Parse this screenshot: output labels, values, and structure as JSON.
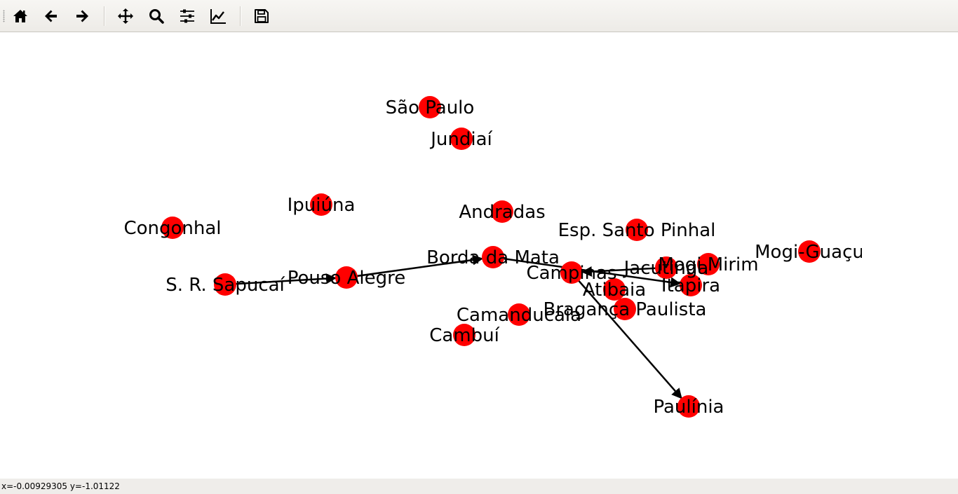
{
  "toolbar": {
    "buttons": [
      {
        "name": "home-button",
        "icon": "home-icon"
      },
      {
        "name": "back-button",
        "icon": "arrow-left-icon"
      },
      {
        "name": "forward-button",
        "icon": "arrow-right-icon"
      },
      {
        "name": "pan-button",
        "icon": "move-icon"
      },
      {
        "name": "zoom-button",
        "icon": "magnifier-icon"
      },
      {
        "name": "configure-subplots-button",
        "icon": "sliders-icon"
      },
      {
        "name": "edit-axis-button",
        "icon": "line-chart-icon"
      },
      {
        "name": "save-button",
        "icon": "floppy-disk-icon"
      }
    ]
  },
  "graph": {
    "node_color": "#ff0000",
    "edge_color": "#000000",
    "nodes": [
      {
        "id": "sao_paulo",
        "label": "São Paulo"
      },
      {
        "id": "jundiai",
        "label": "Jundiaí"
      },
      {
        "id": "ipuiuna",
        "label": "Ipuiúna"
      },
      {
        "id": "andradas",
        "label": "Andradas"
      },
      {
        "id": "congonhal",
        "label": "Congonhal"
      },
      {
        "id": "esp_santo_pinhal",
        "label": "Esp. Santo Pinhal"
      },
      {
        "id": "mogi_guacu",
        "label": "Mogi-Guaçu"
      },
      {
        "id": "borda_da_mata",
        "label": "Borda da Mata"
      },
      {
        "id": "mogi_mirim",
        "label": "Mogi Mirim"
      },
      {
        "id": "jacutinga",
        "label": "Jacutinga"
      },
      {
        "id": "campinas",
        "label": "Campinas"
      },
      {
        "id": "pouso_alegre",
        "label": "Pouso Alegre"
      },
      {
        "id": "s_r_sapucai",
        "label": "S. R. Sapucaí"
      },
      {
        "id": "itapira",
        "label": "Itapira"
      },
      {
        "id": "atibaia",
        "label": "Atibaia"
      },
      {
        "id": "braganca_paulista",
        "label": "Bragança Paulista"
      },
      {
        "id": "camanducaia",
        "label": "Camanducaia"
      },
      {
        "id": "cambui",
        "label": "Cambuí"
      },
      {
        "id": "paulinia",
        "label": "Paulínia"
      }
    ],
    "edges": [
      {
        "from": "s_r_sapucai",
        "to": "pouso_alegre"
      },
      {
        "from": "pouso_alegre",
        "to": "borda_da_mata"
      },
      {
        "from": "borda_da_mata",
        "to": "itapira"
      },
      {
        "from": "jacutinga",
        "to": "campinas"
      },
      {
        "from": "campinas",
        "to": "paulinia"
      }
    ]
  },
  "status": {
    "coords": "x=-0.00929305  y=-1.01122"
  }
}
